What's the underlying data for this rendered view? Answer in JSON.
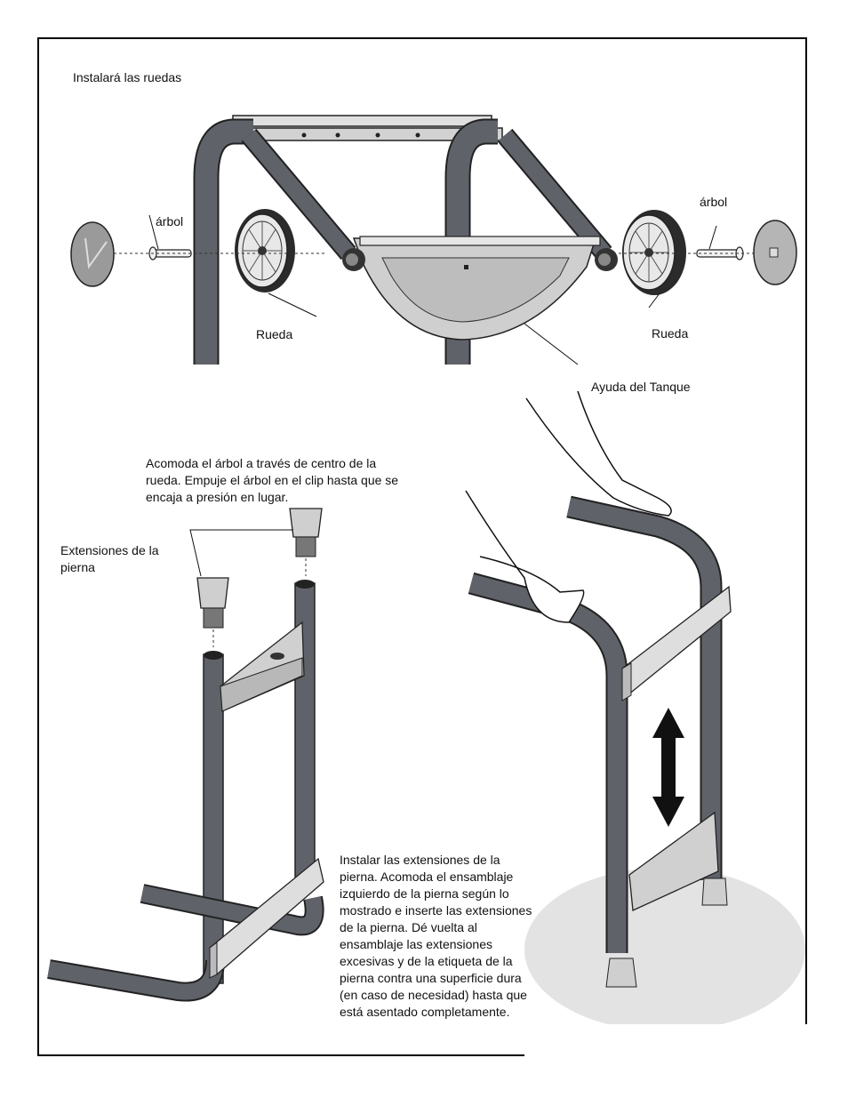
{
  "title": "Instalará las ruedas",
  "labels": {
    "axle_left": "árbol",
    "axle_right": "árbol",
    "wheel_left": "Rueda",
    "wheel_right": "Rueda",
    "tank_aid": "Ayuda del Tanque",
    "leg_extensions": "Extensiones de la\npierna"
  },
  "instructions": {
    "wheel": "Acomoda el árbol a través de centro de la\nrueda. Empuje el árbol en el clip hasta que se\nencaja a presión en lugar.",
    "legs": "Instalar las extensiones de la\npierna. Acomoda el ensamblaje\nizquierdo de la pierna según lo\nmostrado e inserte las extensiones\nde la pierna.  Dé vuelta al\nensamblaje las extensiones\nexcesivas y de la etiqueta de la\npierna contra una superficie dura\n(en caso de necesidad) hasta que\nestá asentado completamente."
  },
  "colors": {
    "frame": "#5f6369",
    "frame_dark": "#3f4247",
    "plate": "#dcdcdc",
    "floor": "#e3e3e3",
    "wheel": "#e8e8e8"
  }
}
